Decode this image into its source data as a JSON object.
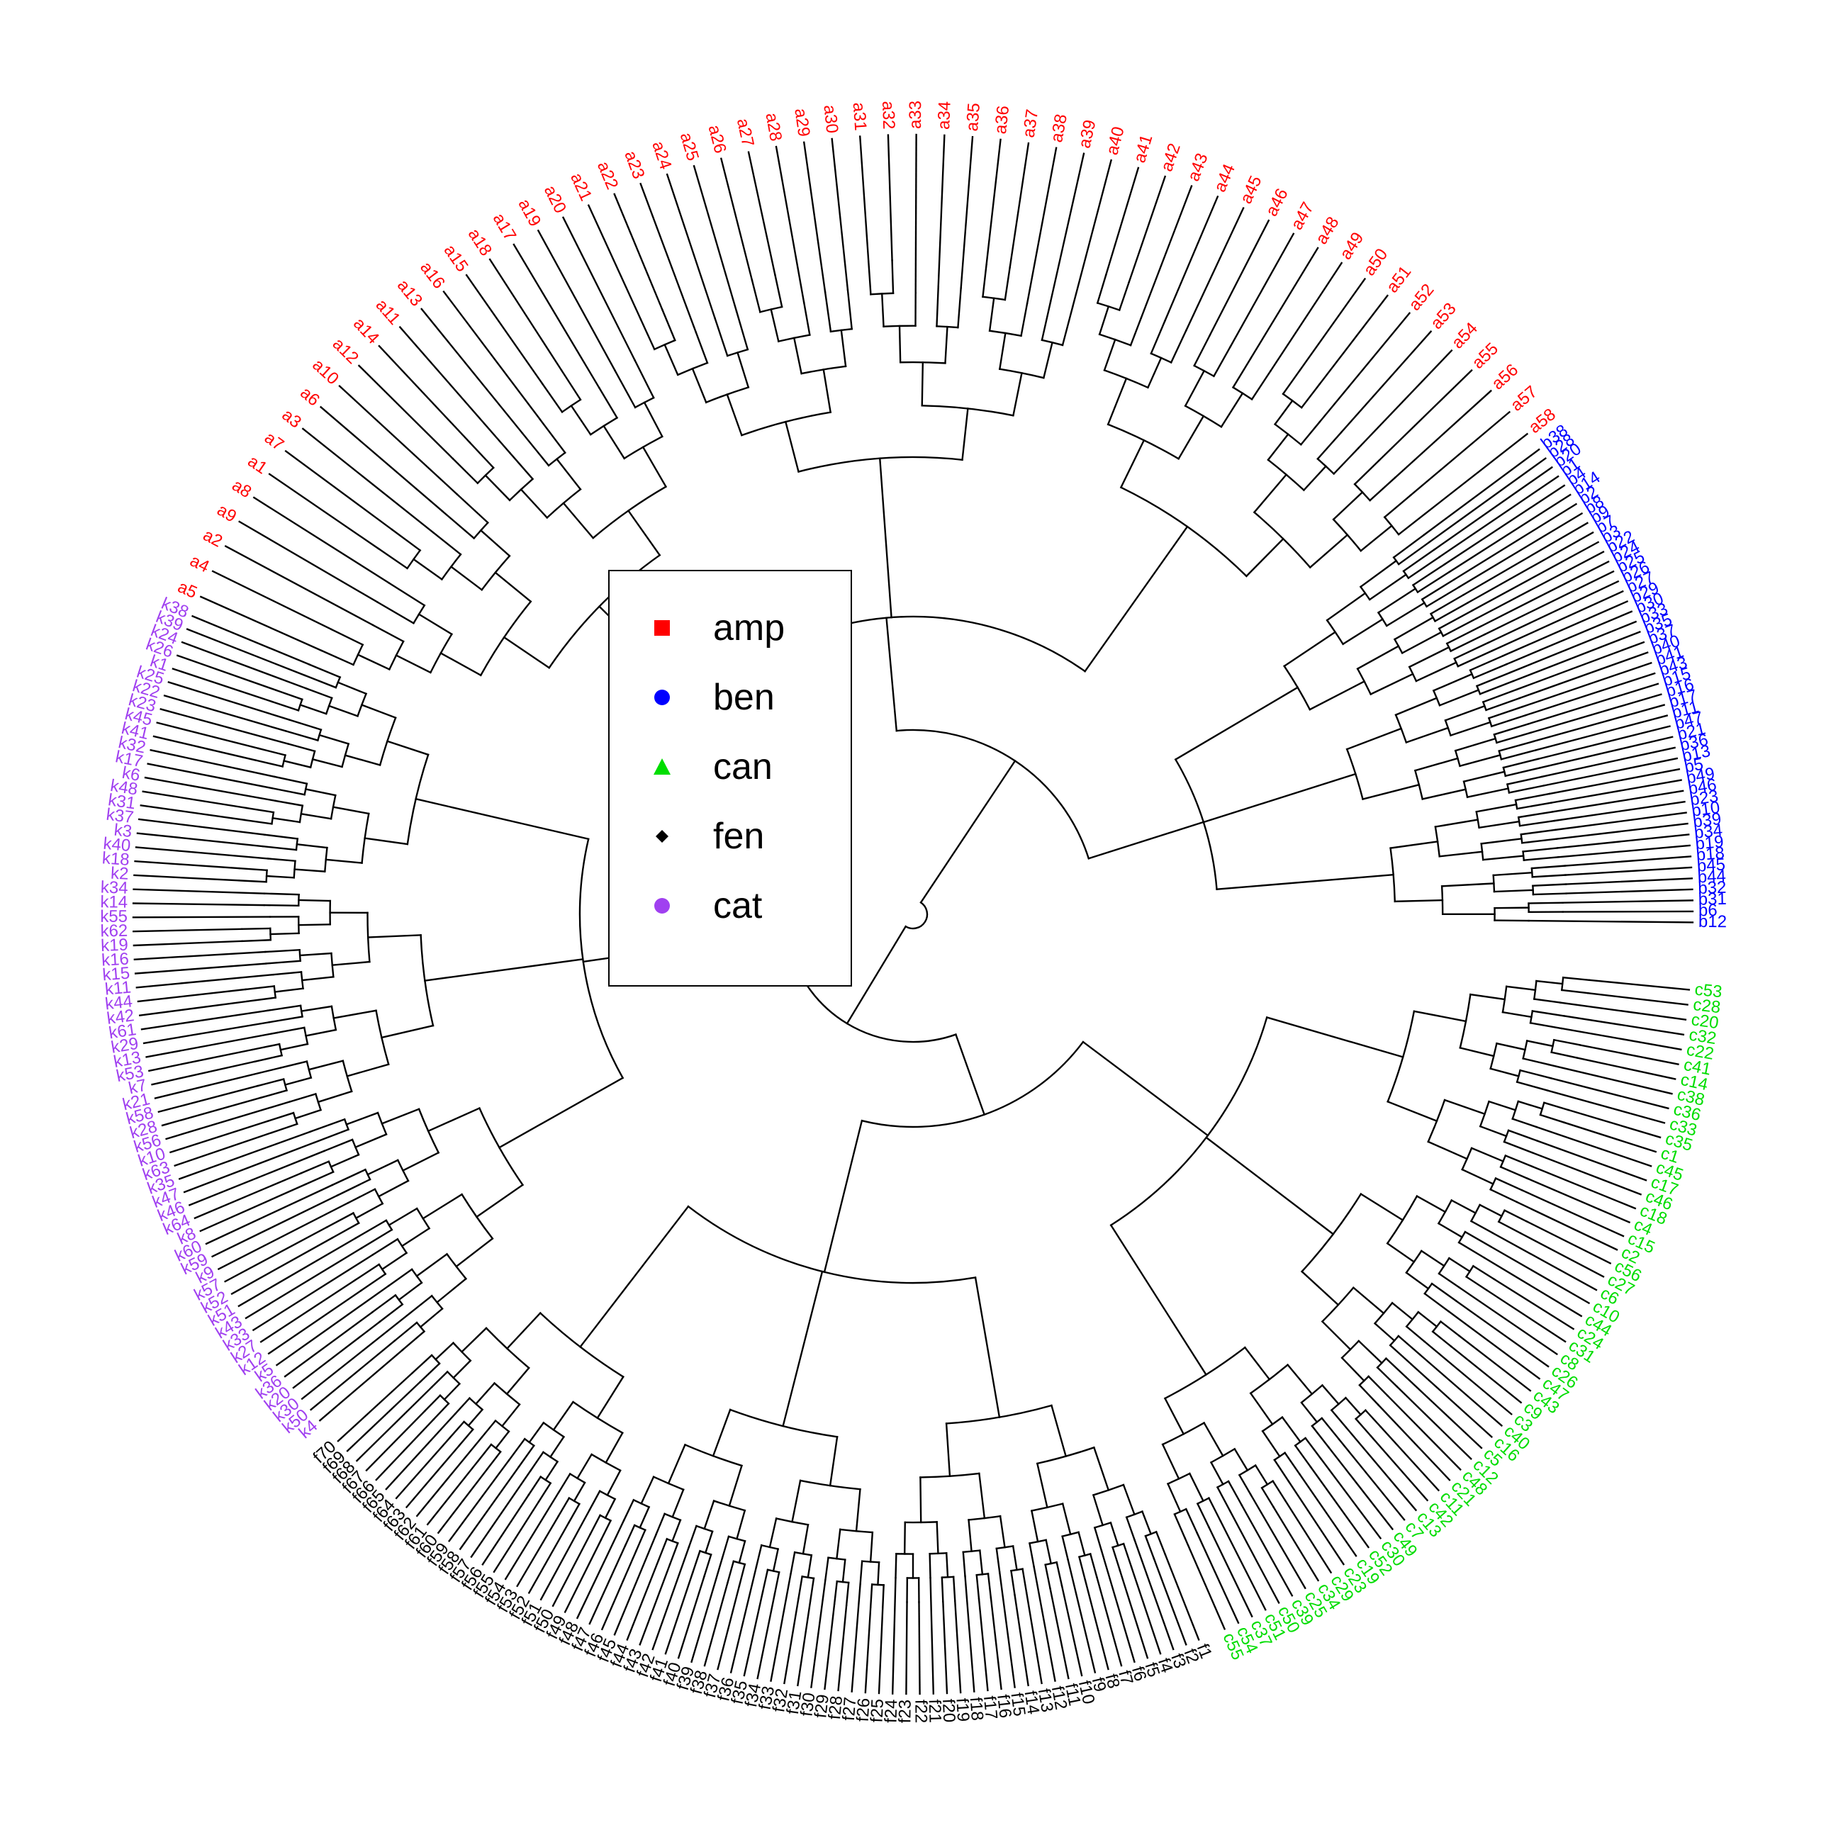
{
  "legend": {
    "entries": [
      {
        "label": "amp",
        "color": "#ff0000",
        "shape": "square"
      },
      {
        "label": "ben",
        "color": "#0000ff",
        "shape": "circle"
      },
      {
        "label": "can",
        "color": "#00dd00",
        "shape": "triangle"
      },
      {
        "label": "fen",
        "color": "#000000",
        "shape": "diamond"
      },
      {
        "label": "cat",
        "color": "#a040f0",
        "shape": "circle"
      }
    ]
  },
  "chart_data": {
    "type": "dendrogram",
    "layout": "fan",
    "groups": [
      {
        "name": "amp",
        "color": "#ff0000",
        "tips": [
          "a5",
          "a4",
          "a2",
          "a9",
          "a8",
          "a1",
          "a7",
          "a3",
          "a6",
          "a10",
          "a12",
          "a14",
          "a11",
          "a13",
          "a16",
          "a15",
          "a18",
          "a17",
          "a19",
          "a20",
          "a21",
          "a22",
          "a23",
          "a24",
          "a25",
          "a26",
          "a27",
          "a28",
          "a29",
          "a30",
          "a31",
          "a32",
          "a33",
          "a34",
          "a35",
          "a36",
          "a37",
          "a38",
          "a39",
          "a40",
          "a41",
          "a42",
          "a43",
          "a44",
          "a45",
          "a46",
          "a47",
          "a48",
          "a49",
          "a50",
          "a51",
          "a52",
          "a53",
          "a54",
          "a55",
          "a56",
          "a57",
          "a58"
        ]
      },
      {
        "name": "ben",
        "color": "#0000ff",
        "tips": [
          "b38",
          "b28",
          "b20",
          "b1",
          "b4",
          "b14",
          "b2",
          "b8",
          "b9",
          "b7",
          "b3",
          "b22",
          "b24",
          "b25",
          "b26",
          "b27",
          "b29",
          "b30",
          "b33",
          "b35",
          "b37",
          "b40",
          "b41",
          "b43",
          "b15",
          "b16",
          "b17",
          "b11",
          "b47",
          "b21",
          "b36",
          "b13",
          "b5",
          "b49",
          "b46",
          "b23",
          "b10",
          "b39",
          "b34",
          "b19",
          "b18",
          "b45",
          "b44",
          "b32",
          "b31",
          "b6",
          "b12"
        ]
      },
      {
        "name": "can",
        "color": "#00dd00",
        "tips": [
          "c53",
          "c28",
          "c20",
          "c32",
          "c22",
          "c41",
          "c14",
          "c38",
          "c36",
          "c33",
          "c35",
          "c1",
          "c45",
          "c17",
          "c46",
          "c18",
          "c4",
          "c15",
          "c2",
          "c56",
          "c27",
          "c6",
          "c10",
          "c44",
          "c24",
          "c31",
          "c8",
          "c26",
          "c47",
          "c43",
          "c9",
          "c3",
          "c40",
          "c16",
          "c5",
          "c12",
          "c48",
          "c21",
          "c11",
          "c42",
          "c13",
          "c7",
          "c49",
          "c30",
          "c52",
          "c19",
          "c23",
          "c29",
          "c34",
          "c25",
          "c39",
          "c50",
          "c51",
          "c37",
          "c54",
          "c55"
        ]
      },
      {
        "name": "fen",
        "color": "#000000",
        "tips": [
          "f1",
          "f2",
          "f3",
          "f4",
          "f5",
          "f6",
          "f7",
          "f8",
          "f9",
          "f10",
          "f11",
          "f12",
          "f13",
          "f14",
          "f15",
          "f16",
          "f17",
          "f18",
          "f19",
          "f20",
          "f21",
          "f22",
          "f23",
          "f24",
          "f25",
          "f26",
          "f27",
          "f28",
          "f29",
          "f30",
          "f31",
          "f32",
          "f33",
          "f34",
          "f35",
          "f36",
          "f37",
          "f38",
          "f39",
          "f40",
          "f41",
          "f42",
          "f43",
          "f44",
          "f45",
          "f46",
          "f47",
          "f48",
          "f49",
          "f50",
          "f51",
          "f52",
          "f53",
          "f54",
          "f55",
          "f56",
          "f57",
          "f58",
          "f59",
          "f60",
          "f61",
          "f62",
          "f63",
          "f64",
          "f65",
          "f66",
          "f67",
          "f68",
          "f69",
          "f70"
        ]
      },
      {
        "name": "cat",
        "color": "#a040f0",
        "tips": [
          "k4",
          "k50",
          "k30",
          "k20",
          "k36",
          "k5",
          "k12",
          "k27",
          "k33",
          "k43",
          "k51",
          "k52",
          "k57",
          "k9",
          "k59",
          "k60",
          "k8",
          "k64",
          "k46",
          "k47",
          "k35",
          "k63",
          "k10",
          "k56",
          "k28",
          "k58",
          "k21",
          "k7",
          "k53",
          "k13",
          "k29",
          "k61",
          "k42",
          "k44",
          "k11",
          "k15",
          "k16",
          "k19",
          "k62",
          "k55",
          "k14",
          "k34",
          "k2",
          "k18",
          "k40",
          "k3",
          "k37",
          "k31",
          "k48",
          "k6",
          "k17",
          "k32",
          "k41",
          "k45",
          "k23",
          "k22",
          "k25",
          "k1",
          "k26",
          "k24",
          "k39",
          "k38"
        ]
      }
    ]
  }
}
